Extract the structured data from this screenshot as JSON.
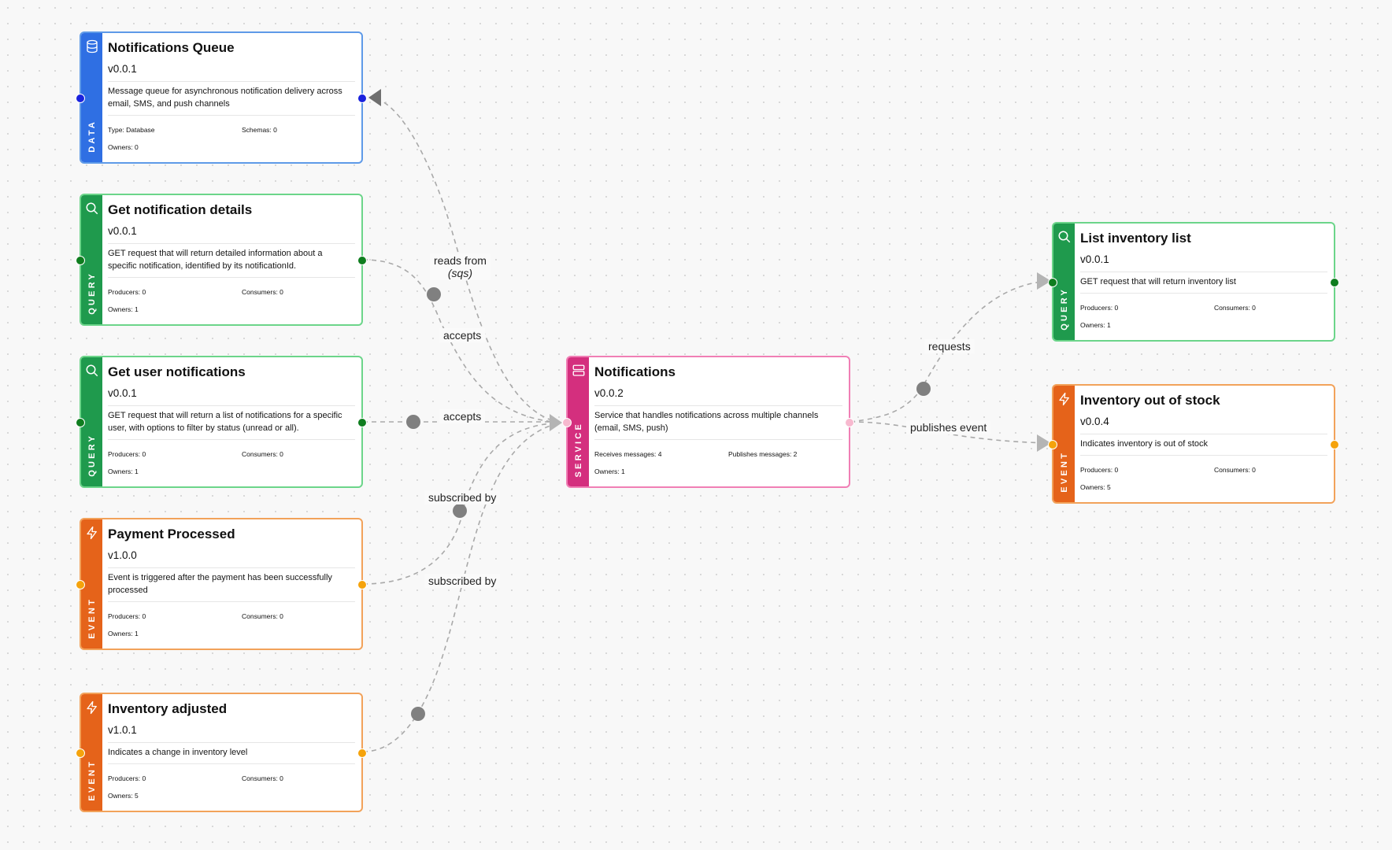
{
  "nodes": {
    "notifications_queue": {
      "kind": "DATA",
      "icon": "database-icon",
      "title": "Notifications Queue",
      "version": "v0.0.1",
      "description": "Message queue for asynchronous notification delivery across email, SMS, and push channels",
      "meta_a": "Type: Database",
      "meta_b": "Schemas: 0",
      "meta_c": "Owners: 0"
    },
    "get_notification_details": {
      "kind": "QUERY",
      "icon": "search-icon",
      "title": "Get notification details",
      "version": "v0.0.1",
      "description": "GET request that will return detailed information about a specific notification, identified by its notificationId.",
      "meta_a": "Producers: 0",
      "meta_b": "Consumers: 0",
      "meta_c": "Owners: 1"
    },
    "get_user_notifications": {
      "kind": "QUERY",
      "icon": "search-icon",
      "title": "Get user notifications",
      "version": "v0.0.1",
      "description": "GET request that will return a list of notifications for a specific user, with options to filter by status (unread or all).",
      "meta_a": "Producers: 0",
      "meta_b": "Consumers: 0",
      "meta_c": "Owners: 1"
    },
    "payment_processed": {
      "kind": "EVENT",
      "icon": "lightning-icon",
      "title": "Payment Processed",
      "version": "v1.0.0",
      "description": "Event is triggered after the payment has been successfully processed",
      "meta_a": "Producers: 0",
      "meta_b": "Consumers: 0",
      "meta_c": "Owners: 1"
    },
    "inventory_adjusted": {
      "kind": "EVENT",
      "icon": "lightning-icon",
      "title": "Inventory adjusted",
      "version": "v1.0.1",
      "description": "Indicates a change in inventory level",
      "meta_a": "Producers: 0",
      "meta_b": "Consumers: 0",
      "meta_c": "Owners: 5"
    },
    "notifications_service": {
      "kind": "SERVICE",
      "icon": "server-icon",
      "title": "Notifications",
      "version": "v0.0.2",
      "description": "Service that handles notifications across multiple channels (email, SMS, push)",
      "meta_a": "Receives messages: 4",
      "meta_b": "Publishes messages: 2",
      "meta_c": "Owners: 1"
    },
    "list_inventory_list": {
      "kind": "QUERY",
      "icon": "search-icon",
      "title": "List inventory list",
      "version": "v0.0.1",
      "description": "GET request that will return inventory list",
      "meta_a": "Producers: 0",
      "meta_b": "Consumers: 0",
      "meta_c": "Owners: 1"
    },
    "inventory_out_of_stock": {
      "kind": "EVENT",
      "icon": "lightning-icon",
      "title": "Inventory out of stock",
      "version": "v0.0.4",
      "description": "Indicates inventory is out of stock",
      "meta_a": "Producers: 0",
      "meta_b": "Consumers: 0",
      "meta_c": "Owners: 5"
    }
  },
  "edges": {
    "reads_from": {
      "label": "reads from",
      "sub": "(sqs)"
    },
    "accepts_1": {
      "label": "accepts"
    },
    "accepts_2": {
      "label": "accepts"
    },
    "subscribed_1": {
      "label": "subscribed by"
    },
    "subscribed_2": {
      "label": "subscribed by"
    },
    "requests": {
      "label": "requests"
    },
    "publishes": {
      "label": "publishes event"
    }
  },
  "colors": {
    "data": "#2f6fe3",
    "query": "#1f9a4d",
    "event": "#e5631a",
    "service": "#d42f7e",
    "edge": "#a9a9a9",
    "edge_dot": "#808080"
  }
}
